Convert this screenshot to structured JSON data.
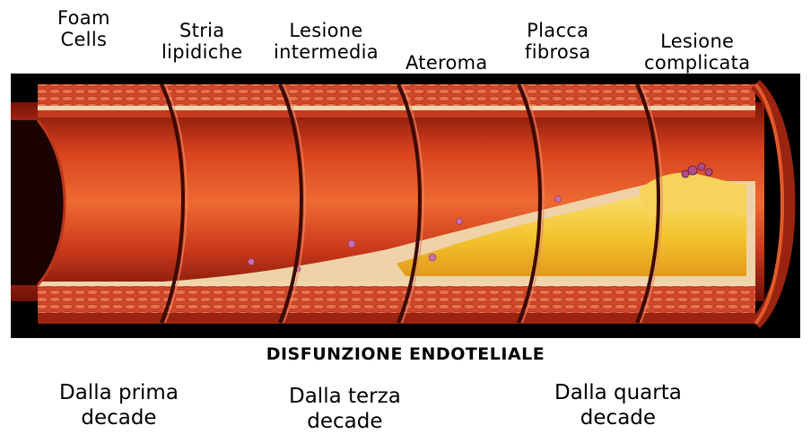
{
  "stages": [
    {
      "line1": "Foam",
      "line2": "Cells"
    },
    {
      "line1": "Stria",
      "line2": "lipidiche"
    },
    {
      "line1": "Lesione",
      "line2": "intermedia"
    },
    {
      "line1": "Ateroma",
      "line2": ""
    },
    {
      "line1": "Placca",
      "line2": "fibrosa"
    },
    {
      "line1": "Lesione",
      "line2": "complicata"
    }
  ],
  "title": "DISFUNZIONE ENDOTELIALE",
  "decades": [
    {
      "line1": "Dalla prima",
      "line2": "decade"
    },
    {
      "line1": "Dalla terza",
      "line2": "decade"
    },
    {
      "line1": "Dalla quarta",
      "line2": "decade"
    }
  ],
  "colors": {
    "background": "#000000",
    "wall": "#c8321f",
    "lumen": "#e04a25",
    "plaque": "#f2c22c",
    "intima": "#f0d6b0",
    "foam_cells": "#c86fb0"
  }
}
